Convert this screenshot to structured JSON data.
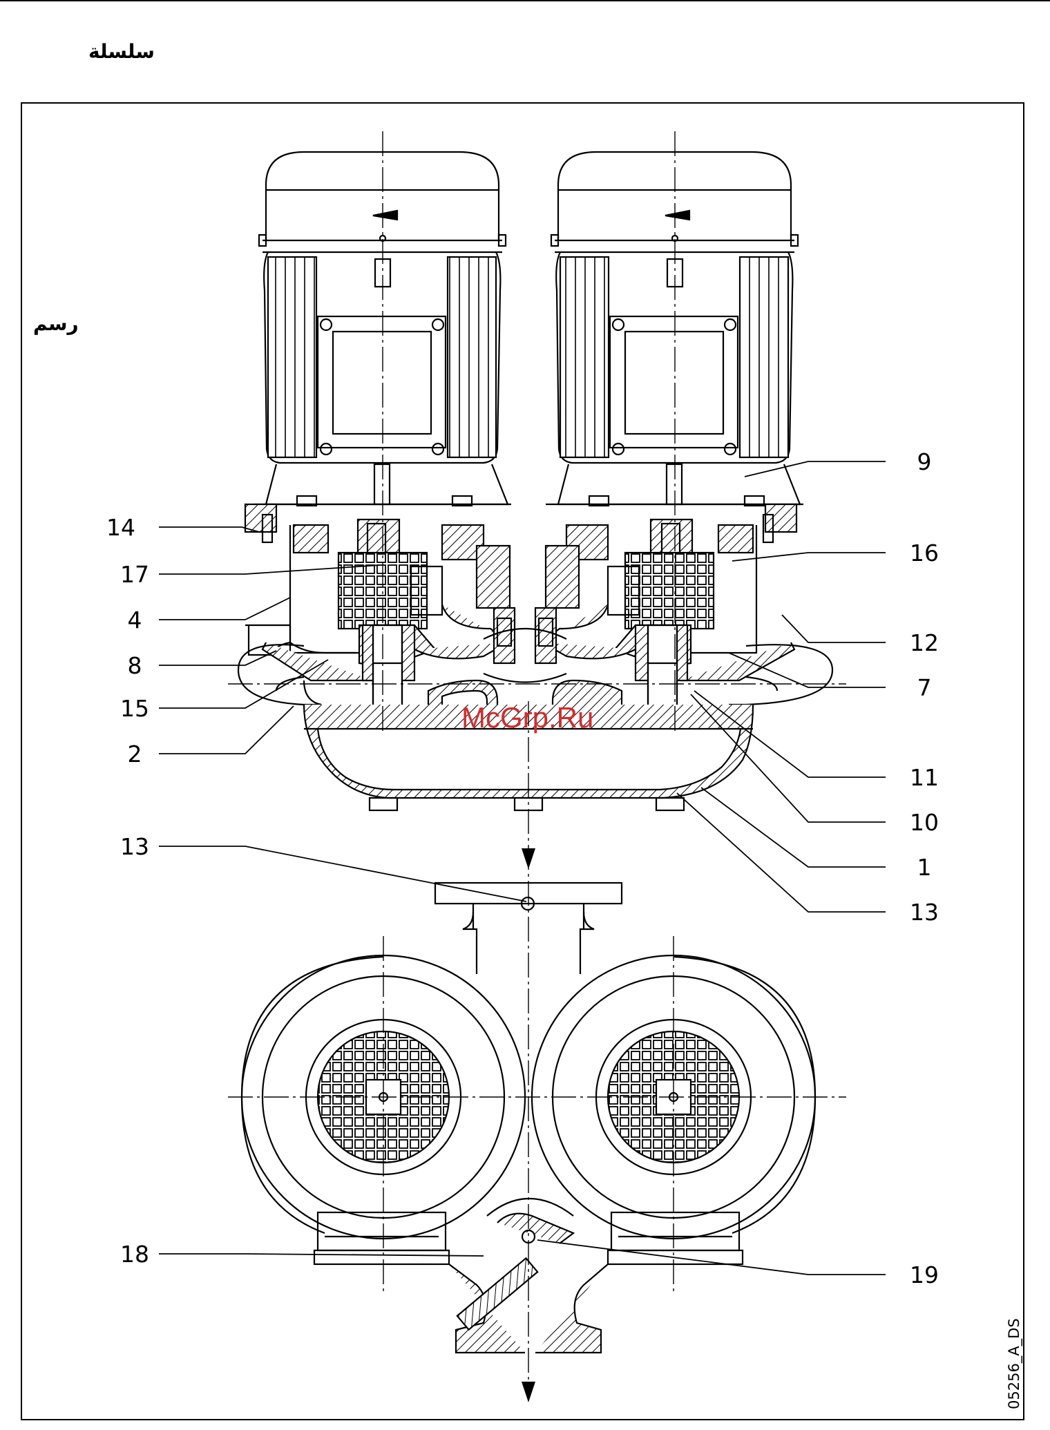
{
  "header": {
    "series_label": "سلسلة",
    "figure_label": "رسم"
  },
  "drawing_code": "05256_A_DS",
  "watermark": "McGrp.Ru",
  "callouts": [
    "14",
    "17",
    "4",
    "8",
    "15",
    "2",
    "9",
    "16",
    "12",
    "7",
    "11",
    "10",
    "1",
    "13",
    "13",
    "18",
    "19"
  ],
  "colors": {
    "ink": "#000000",
    "watermark": "#d42b2b"
  }
}
